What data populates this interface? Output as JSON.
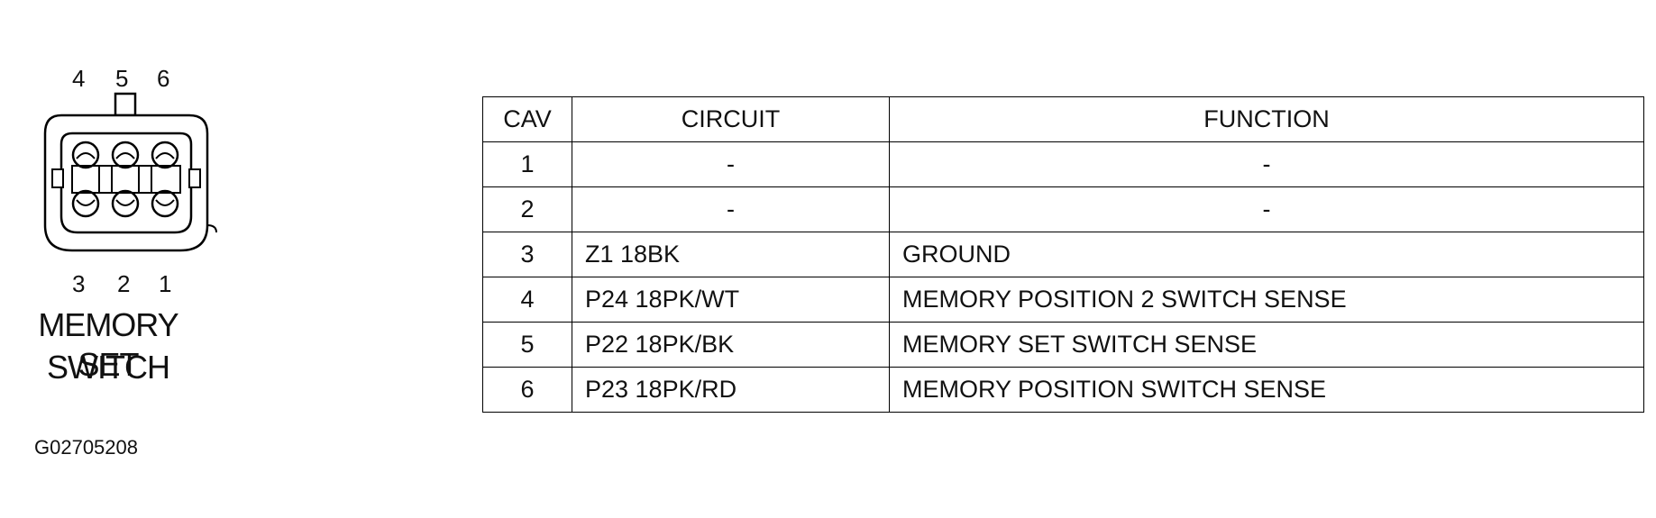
{
  "connector": {
    "top_pins": [
      "4",
      "5",
      "6"
    ],
    "bottom_pins": [
      "3",
      "2",
      "1"
    ],
    "name_line1": "MEMORY SET",
    "name_line2": "SWITCH"
  },
  "table": {
    "headers": [
      "CAV",
      "CIRCUIT",
      "FUNCTION"
    ],
    "rows": [
      {
        "cav": "1",
        "circuit": "-",
        "function": "-"
      },
      {
        "cav": "2",
        "circuit": "-",
        "function": "-"
      },
      {
        "cav": "3",
        "circuit": "Z1 18BK",
        "function": "GROUND"
      },
      {
        "cav": "4",
        "circuit": "P24 18PK/WT",
        "function": "MEMORY POSITION 2 SWITCH SENSE"
      },
      {
        "cav": "5",
        "circuit": "P22 18PK/BK",
        "function": "MEMORY SET SWITCH SENSE"
      },
      {
        "cav": "6",
        "circuit": "P23 18PK/RD",
        "function": "MEMORY POSITION SWITCH SENSE"
      }
    ]
  },
  "figure_id": "G02705208"
}
